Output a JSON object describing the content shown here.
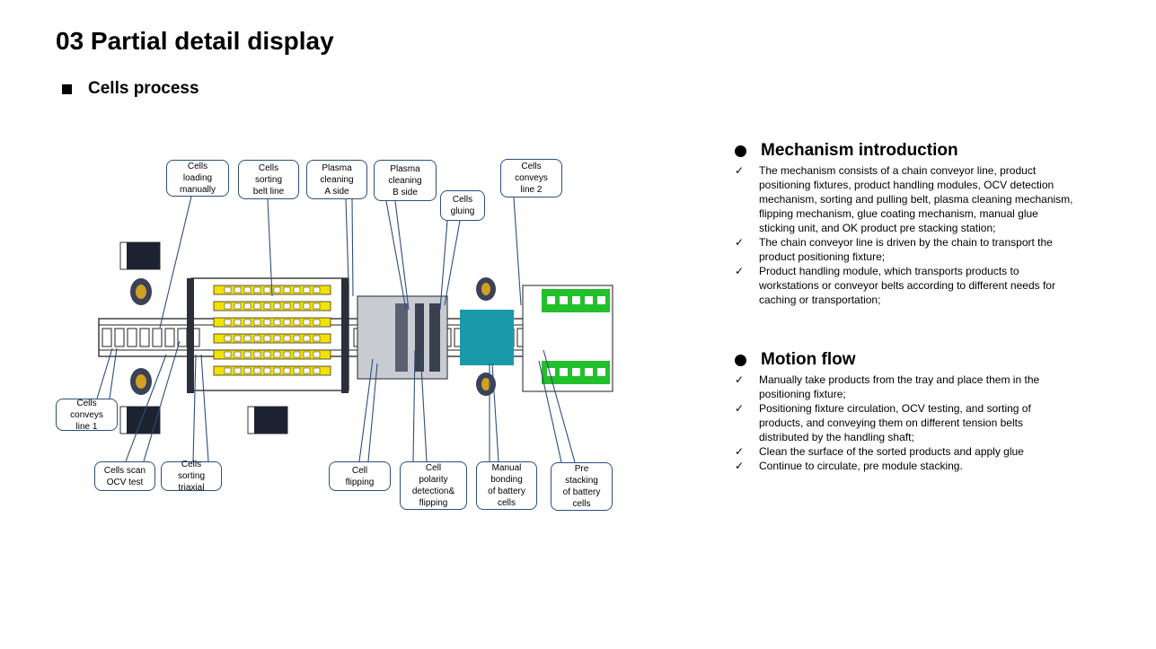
{
  "page_title": "03 Partial detail display",
  "subheading": "Cells process",
  "diagram": {
    "callouts": {
      "cells_loading": "Cells\nloading\nmanually",
      "sorting_belt": "Cells\nsorting\nbelt line",
      "plasma_a": "Plasma\ncleaning\nA side",
      "plasma_b": "Plasma\ncleaning\nB side",
      "gluing": "Cells\ngluing",
      "conveys_2": "Cells\nconveys\nline 2",
      "conveys_1": "Cells\nconveys\nline 1",
      "scan_ocv": "Cells scan\nOCV test",
      "sorting_triaxial": "Cells\nsorting\ntriaxial",
      "flipping": "Cell\nflipping",
      "polarity": "Cell\npolarity\ndetection&\nflipping",
      "manual_bonding": "Manual\nbonding\nof battery\ncells",
      "pre_stacking": "Pre\nstacking\nof battery\ncells"
    },
    "colors": {
      "outline": "#2e4e7e",
      "belt_yellow": "#f2e200",
      "green": "#22c02a",
      "teal": "#1a9aa8",
      "machine_gray": "#c8ccd2"
    }
  },
  "mechanism": {
    "heading": "Mechanism introduction",
    "items": [
      "The mechanism consists of a chain conveyor line, product positioning fixtures, product handling modules, OCV detection mechanism, sorting and pulling belt, plasma cleaning mechanism, flipping mechanism, glue coating mechanism, manual glue sticking unit, and OK product pre stacking station;",
      "The chain conveyor line is driven by the chain to transport the product positioning fixture;",
      "Product handling module, which transports products to workstations or conveyor belts according to different needs for caching or transportation;"
    ]
  },
  "motion": {
    "heading": "Motion flow",
    "items": [
      "Manually take products from the tray and place them in the positioning fixture;",
      "Positioning fixture circulation, OCV testing, and sorting of products, and conveying them on different tension belts distributed by the handling shaft;",
      "Clean the surface of the sorted products and apply glue",
      "Continue to circulate, pre module stacking."
    ]
  },
  "check_glyph": "✓"
}
